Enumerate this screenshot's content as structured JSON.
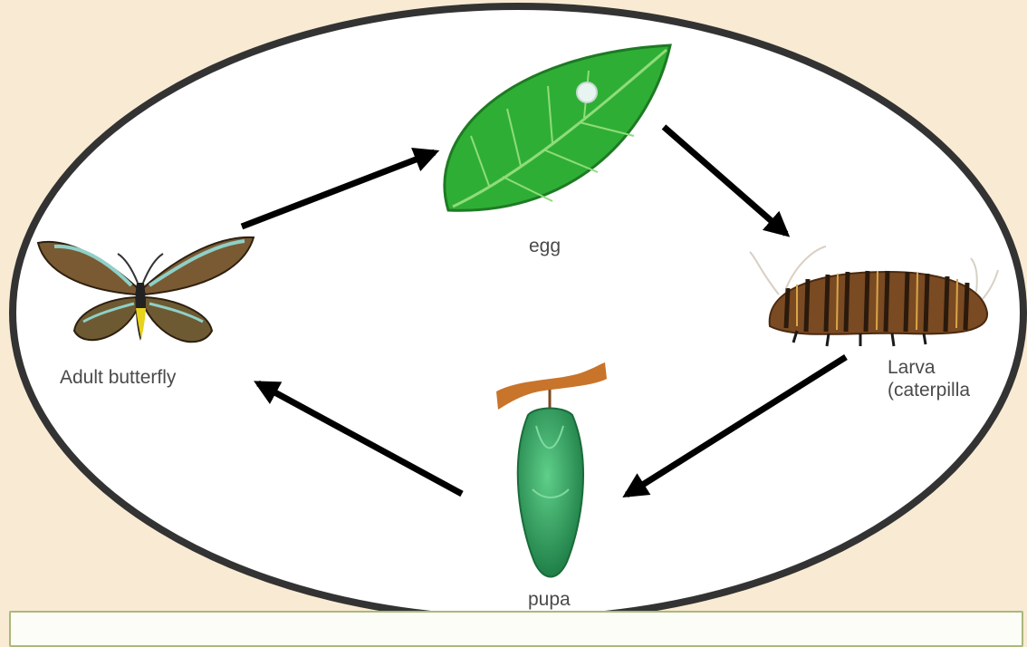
{
  "diagram": {
    "type": "cycle",
    "stages": [
      {
        "id": "egg",
        "label": "egg"
      },
      {
        "id": "larva",
        "label": "Larva\n(caterpilla"
      },
      {
        "id": "pupa",
        "label": "pupa"
      },
      {
        "id": "adult",
        "label": "Adult butterfly"
      }
    ],
    "arrows": [
      {
        "from": "adult",
        "to": "egg"
      },
      {
        "from": "egg",
        "to": "larva"
      },
      {
        "from": "larva",
        "to": "pupa"
      },
      {
        "from": "pupa",
        "to": "adult"
      }
    ],
    "colors": {
      "background": "#f9ebd3",
      "ellipse_fill": "#ffffff",
      "ellipse_stroke": "#333333",
      "arrow": "#000000",
      "leaf": "#2fae35",
      "pupa": "#2f9a5b",
      "caterpillar": "#7a4a22",
      "note_border": "#a9b97a"
    }
  }
}
